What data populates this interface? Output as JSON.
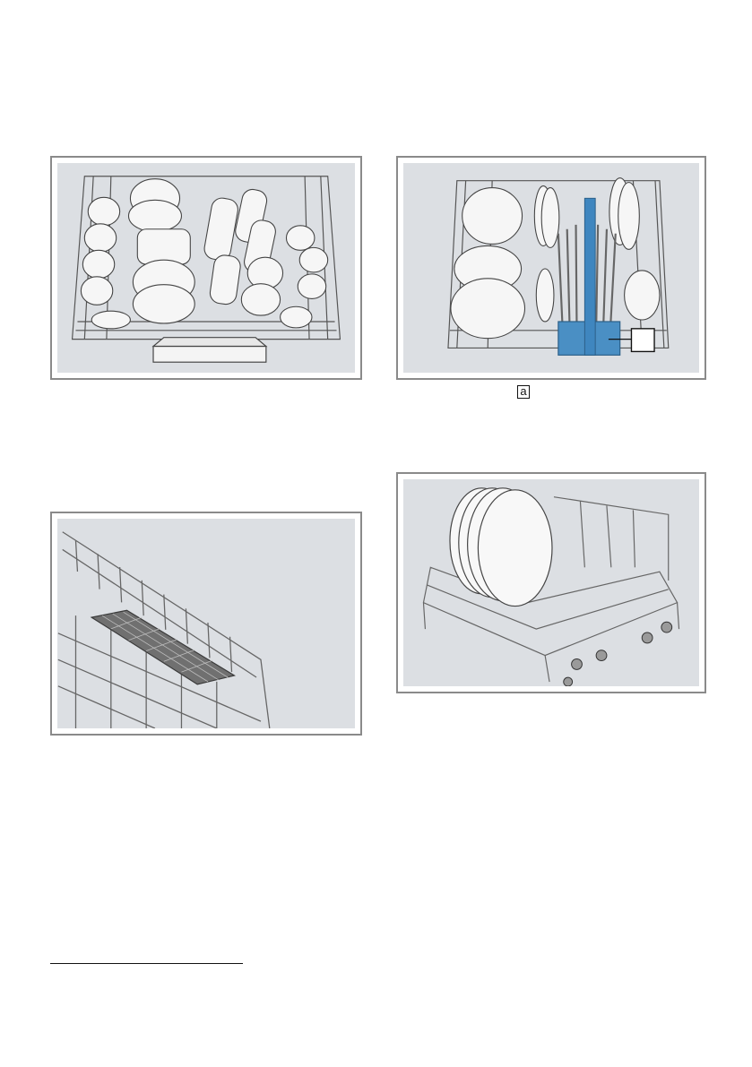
{
  "callout_label": "a",
  "colors": {
    "figure_background": "#dcdfe3",
    "frame": "#8a8a8a",
    "cutlery_basket": "#4a8fc4"
  },
  "figures": [
    {
      "name": "upper-basket-loaded"
    },
    {
      "name": "lower-basket-with-cutlery-basket"
    },
    {
      "name": "rack-rail-tray"
    },
    {
      "name": "lower-basket-with-plates"
    }
  ]
}
